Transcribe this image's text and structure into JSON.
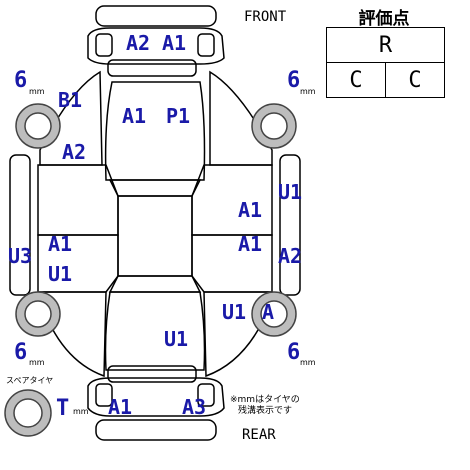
{
  "labels": {
    "front": "FRONT",
    "rear": "REAR",
    "spare_tire": "スペアタイヤ",
    "note_line1": "※mmはタイヤの",
    "note_line2": "残溝表示です"
  },
  "grade": {
    "title": "評価点",
    "overall": "R",
    "interior": "C",
    "exterior": "C"
  },
  "tires": {
    "front_left": {
      "depth": "6",
      "unit": "mm"
    },
    "front_right": {
      "depth": "6",
      "unit": "mm"
    },
    "rear_left": {
      "depth": "6",
      "unit": "mm"
    },
    "rear_right": {
      "depth": "6",
      "unit": "mm"
    },
    "spare": {
      "depth": "T",
      "unit": "mm"
    }
  },
  "damage_codes": {
    "front_bumper_1": "A2",
    "front_bumper_2": "A1",
    "front_left_fender": "B1",
    "hood_1": "A1",
    "hood_2": "P1",
    "left_front_pillar": "A2",
    "right_front_door_top": "U1",
    "right_front_door_1": "A1",
    "right_rear_door": "A1",
    "left_sill": "U3",
    "left_rear_door_1": "A1",
    "left_rear_door_2": "U1",
    "right_rear_quarter": "A2",
    "right_rear_1": "U1",
    "right_rear_2": "A",
    "trunk": "U1",
    "rear_bumper_1": "A1",
    "rear_bumper_2": "A3"
  }
}
